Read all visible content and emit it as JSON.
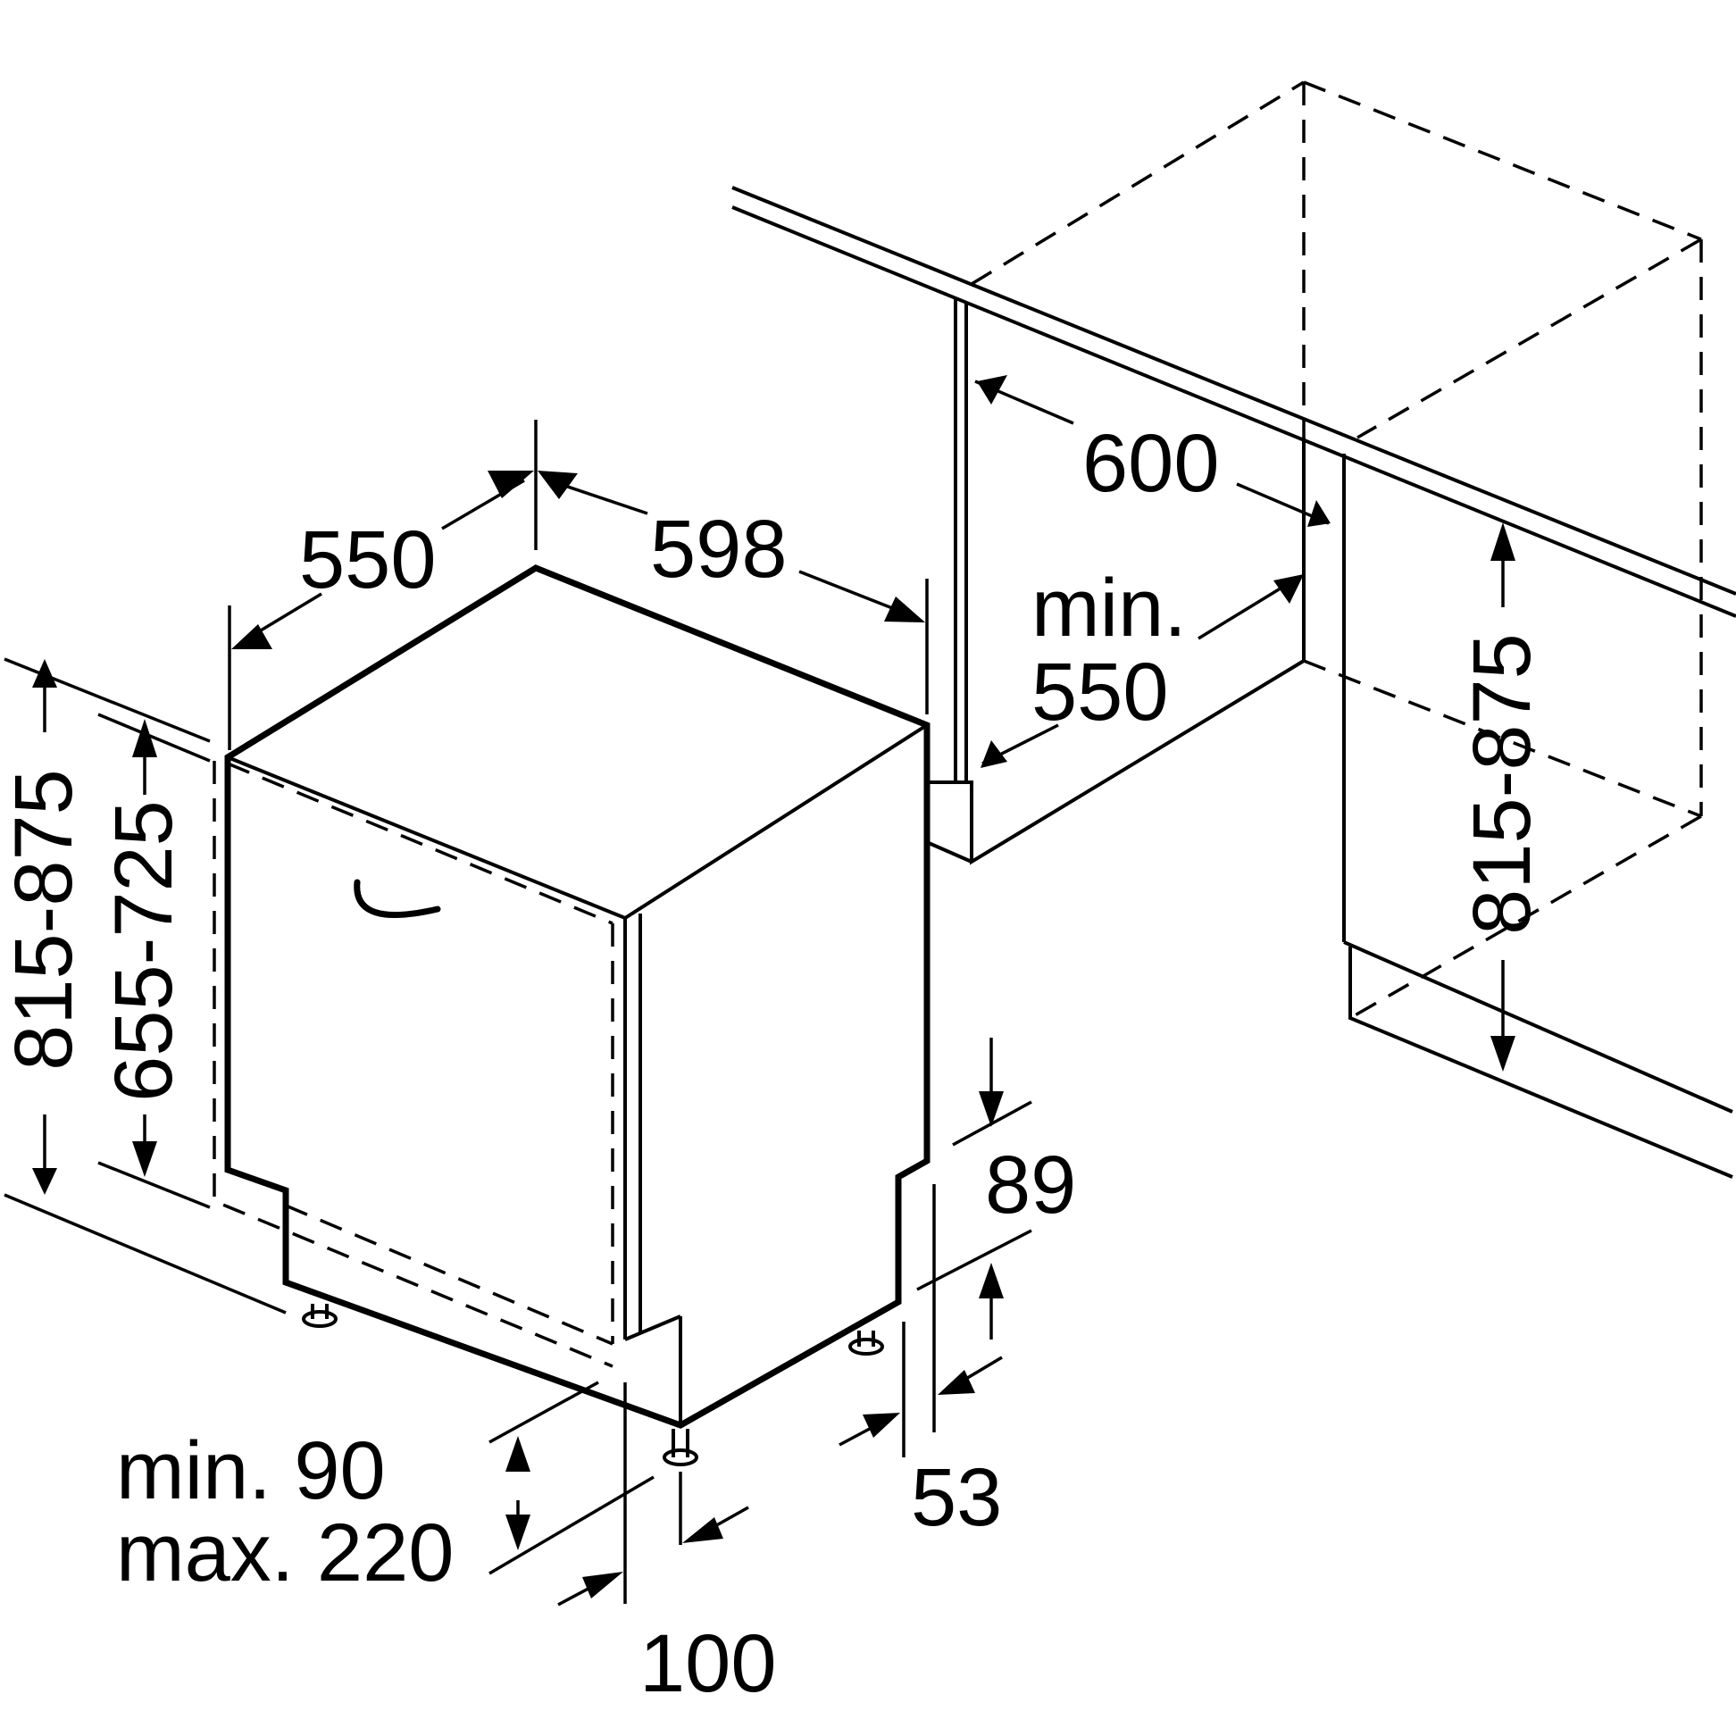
{
  "dimensions": {
    "top_depth": "550",
    "top_width": "598",
    "niche_width": "600",
    "niche_depth_prefix": "min.",
    "niche_depth_value": "550",
    "height_outer": "815-875",
    "height_door": "655-725",
    "niche_height": "815-875",
    "plinth_offset": "89",
    "foot_offset": "53",
    "plinth_min": "min. 90",
    "plinth_max": "max. 220",
    "door_overhang": "100"
  },
  "colors": {
    "line": "#000000",
    "background": "#ffffff"
  }
}
